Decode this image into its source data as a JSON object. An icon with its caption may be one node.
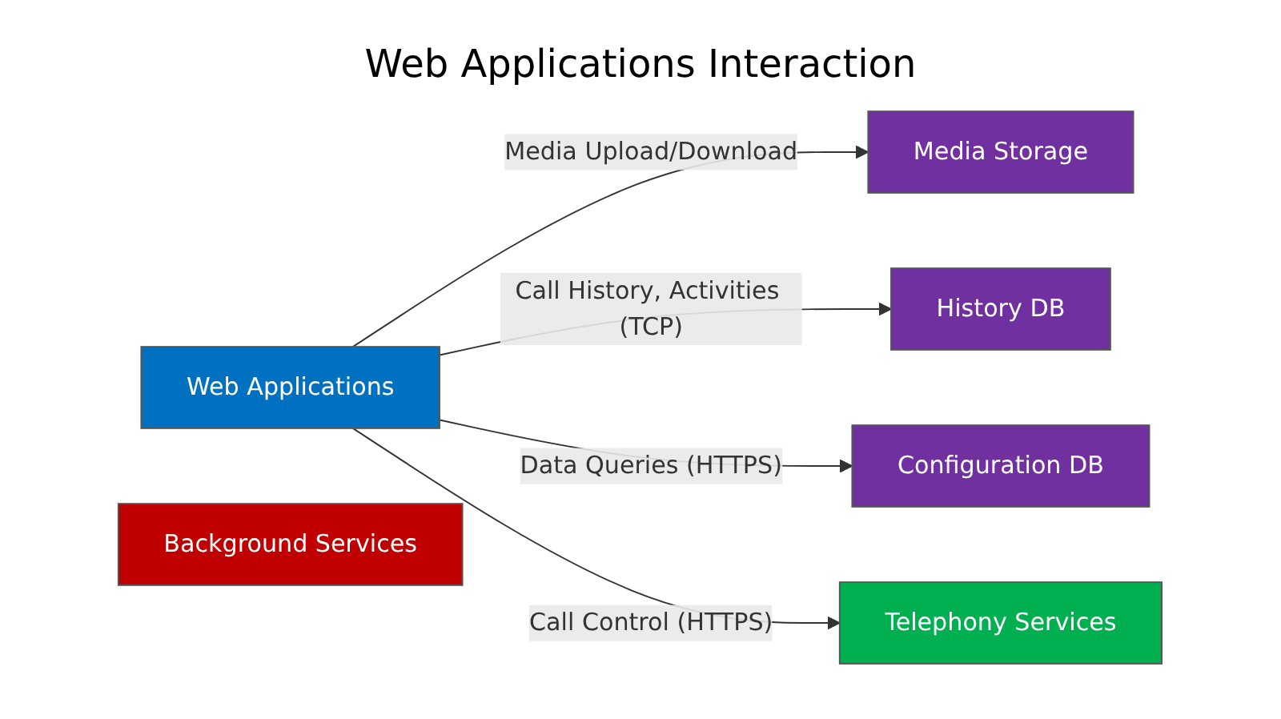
{
  "diagram": {
    "title": "Web Applications Interaction",
    "nodes": [
      {
        "text": [
          "Web Applications"
        ]
      },
      {
        "text": [
          "Configuration DB"
        ]
      },
      {
        "text": [
          "History DB"
        ]
      },
      {
        "text": [
          "Media Storage"
        ]
      },
      {
        "text": [
          "Background Services"
        ]
      },
      {
        "text": [
          "Telephony Services"
        ]
      }
    ],
    "edges": [
      {
        "from": 0,
        "to": 3,
        "arrow": "to",
        "label": "Media Upload/Download"
      },
      {
        "from": 0,
        "to": 2,
        "arrow": "to",
        "label": "Call History, Activities (TCP)"
      },
      {
        "from": 0,
        "to": 1,
        "arrow": "to",
        "label": "Data Queries (HTTPS)"
      },
      {
        "from": 0,
        "to": 5,
        "arrow": "to",
        "label": "Call Control (HTTPS)"
      }
    ]
  }
}
